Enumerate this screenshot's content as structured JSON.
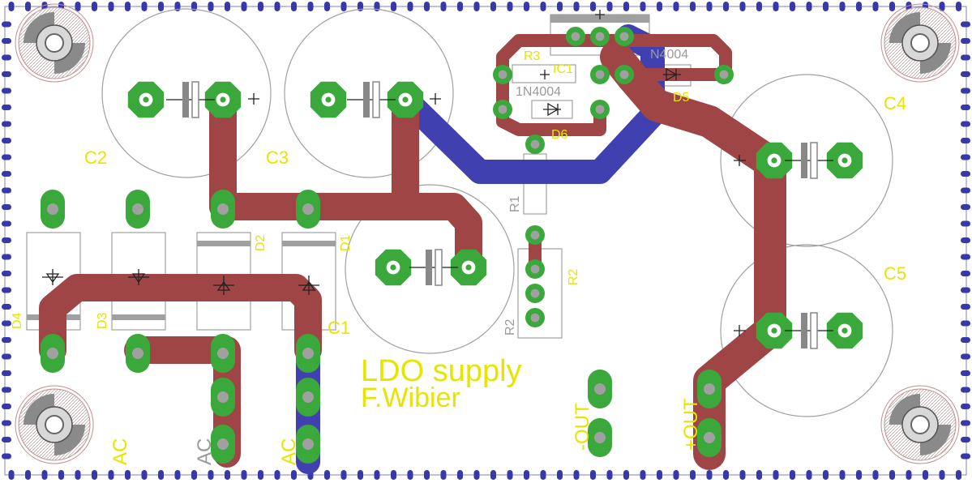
{
  "board": {
    "title_line1": "LDO supply",
    "title_line2": "F.Wibier"
  },
  "labels": {
    "c1": "C1",
    "c2": "C2",
    "c3": "C3",
    "c4": "C4",
    "c5": "C5",
    "d1": "D1",
    "d2": "D2",
    "d3": "D3",
    "d4": "D4",
    "d5": "D5",
    "d6": "D6",
    "r1": "R1",
    "r2": "R2",
    "r2b": "R2",
    "r3": "R3",
    "ic1": "IC1",
    "d6_value": "1N4004",
    "d5_value": "N4004",
    "ac1": "AC",
    "ac2": "AC",
    "ac3": "AC",
    "out_neg": "-OUT",
    "out_pos": "+OUT"
  },
  "colors": {
    "top_copper": "#a04545",
    "bottom_copper": "#4040b0",
    "pad": "#3aa83a",
    "silkscreen": "#e5e500",
    "outline": "#3838a8",
    "component_outline": "#a0a0a0"
  }
}
